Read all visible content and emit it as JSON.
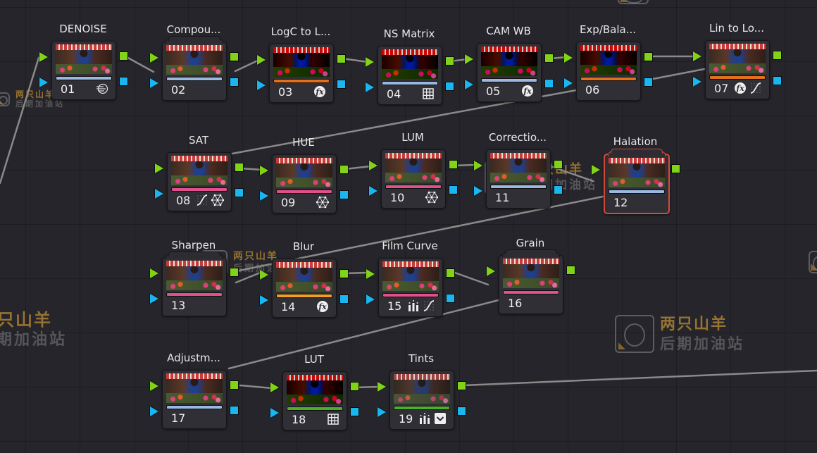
{
  "app": {
    "view": "Color Page Node Editor"
  },
  "colors": {
    "background": "#25252b",
    "input_rgb": "#80d316",
    "input_key": "#1ab6f0",
    "selected_border": "#d44a3a",
    "wire": "#8a8a8a"
  },
  "watermark": {
    "title": "两只山羊",
    "subtitle": "后期加油站"
  },
  "nodes": [
    {
      "id": "01",
      "label": "DENOISE",
      "bar": "#9ab8e0",
      "icons": [
        "noise-reduction-icon"
      ]
    },
    {
      "id": "02",
      "label": "Compou...",
      "bar": "#9ab8e0",
      "icons": [],
      "compound": true
    },
    {
      "id": "03",
      "label": "LogC to L...",
      "bar": "#e0701c",
      "icons": [
        "fx-icon"
      ]
    },
    {
      "id": "04",
      "label": "NS Matrix",
      "bar": "#9ab8e0",
      "icons": [
        "lut-grid-icon"
      ]
    },
    {
      "id": "05",
      "label": "CAM WB",
      "bar": "#9ab8e0",
      "icons": [
        "fx-icon"
      ]
    },
    {
      "id": "06",
      "label": "Exp/Bala...",
      "bar": "#e0701c",
      "icons": []
    },
    {
      "id": "07",
      "label": "Lin to Lo...",
      "bar": "#e0701c",
      "icons": [
        "fx-icon",
        "curves-icon"
      ]
    },
    {
      "id": "08",
      "label": "SAT",
      "bar": "#e0508a",
      "icons": [
        "curves-icon",
        "color-warper-icon"
      ]
    },
    {
      "id": "09",
      "label": "HUE",
      "bar": "#e0508a",
      "icons": [
        "color-warper-icon"
      ]
    },
    {
      "id": "10",
      "label": "LUM",
      "bar": "#e0508a",
      "icons": [
        "color-warper-icon"
      ]
    },
    {
      "id": "11",
      "label": "Correctio...",
      "bar": "#9ab8e0",
      "icons": []
    },
    {
      "id": "12",
      "label": "Halation",
      "bar": "#9ab8e0",
      "icons": [],
      "compound": true,
      "selected": true
    },
    {
      "id": "13",
      "label": "Sharpen",
      "bar": "#e0508a",
      "icons": [],
      "compound": true
    },
    {
      "id": "14",
      "label": "Blur",
      "bar": "#f0a020",
      "icons": [
        "fx-icon"
      ]
    },
    {
      "id": "15",
      "label": "Film Curve",
      "bar": "#e0508a",
      "icons": [
        "primaries-bars-icon",
        "curves-icon"
      ]
    },
    {
      "id": "16",
      "label": "Grain",
      "bar": "#e0508a",
      "icons": [],
      "compound": true
    },
    {
      "id": "17",
      "label": "Adjustm...",
      "bar": "#9ab8e0",
      "icons": []
    },
    {
      "id": "18",
      "label": "LUT",
      "bar": "#4caf2a",
      "icons": [
        "lut-grid-icon"
      ]
    },
    {
      "id": "19",
      "label": "Tints",
      "bar": "#4caf2a",
      "icons": [
        "primaries-bars-icon",
        "checkbox-icon"
      ]
    }
  ]
}
